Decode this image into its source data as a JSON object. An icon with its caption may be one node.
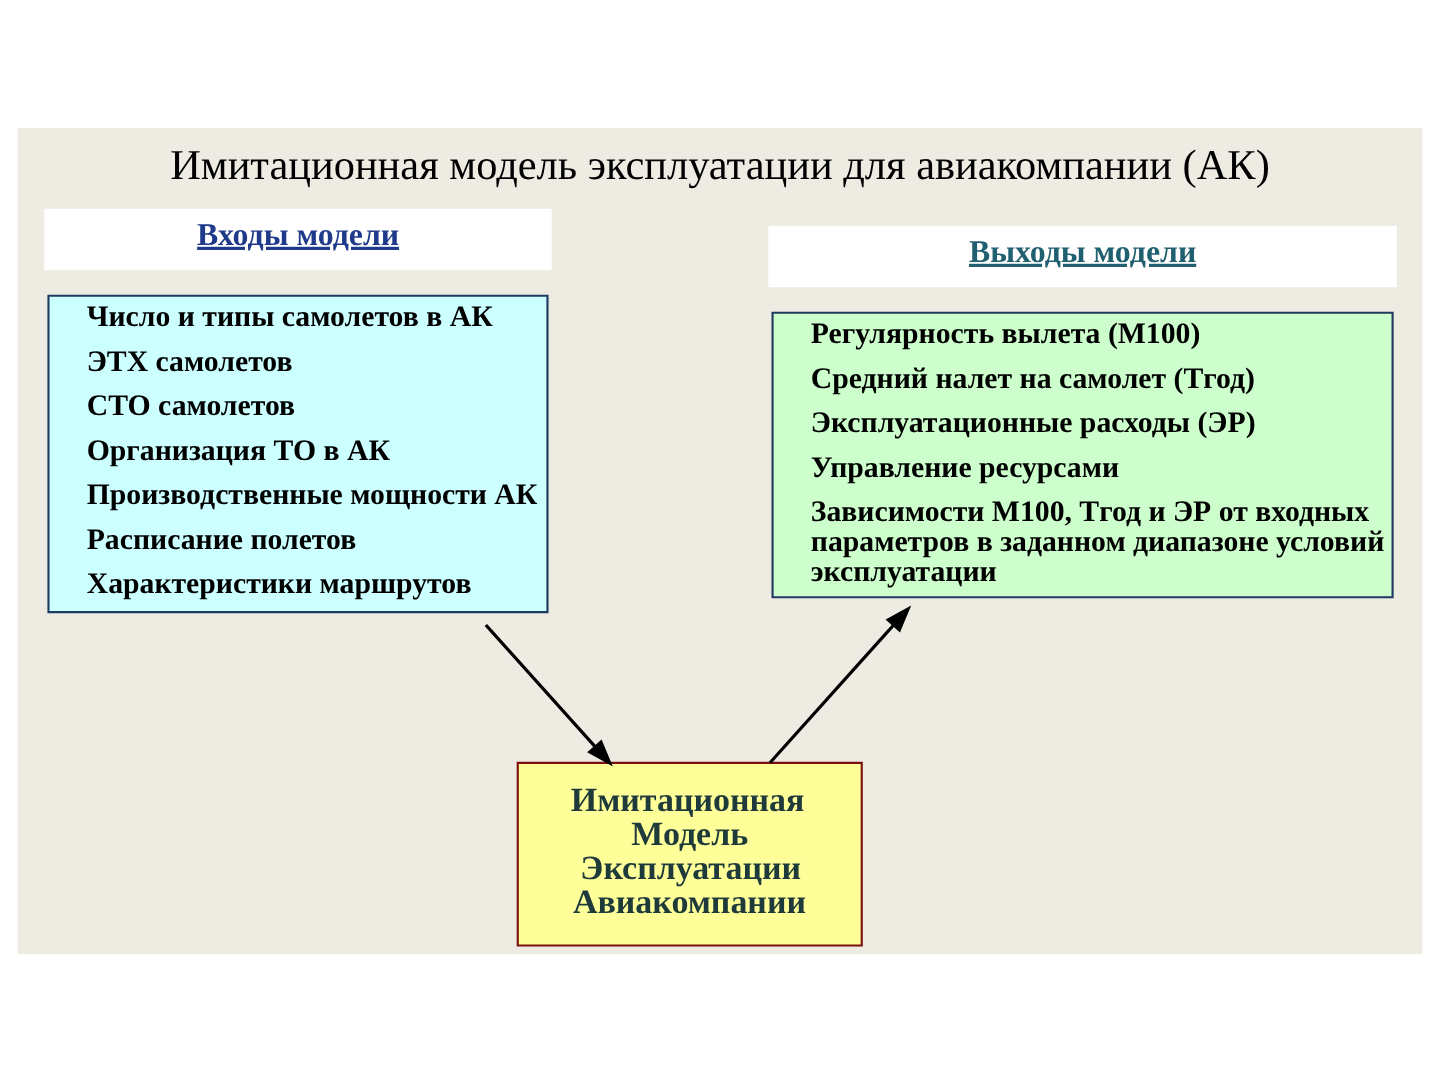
{
  "diagram": {
    "title": "Имитационная модель эксплуатации для авиакомпании (АК)",
    "nodes": [
      {
        "text": [
          "Входы модели",
          "Число и типы самолетов в АК",
          "ЭТХ самолетов",
          "СТО самолетов",
          "Организация ТО в АК",
          "Производственные мощности АК",
          "Расписание полетов",
          "Характеристики маршрутов"
        ]
      },
      {
        "text": [
          "Выходы модели",
          "Регулярность вылета (М100)",
          "Средний налет на самолет (Тгод)",
          "Эксплуатационные расходы (ЭР)",
          "Управление ресурсами",
          "Зависимости М100, Тгод и ЭР от входных параметров в заданном диапазоне условий эксплуатации"
        ]
      },
      {
        "text": [
          "Имитационная Модель Эксплуатации Авиакомпании"
        ]
      }
    ],
    "edges": [
      {
        "from": 0,
        "to": 2,
        "arrow": "to"
      },
      {
        "from": 2,
        "to": 1,
        "arrow": "to"
      }
    ]
  }
}
